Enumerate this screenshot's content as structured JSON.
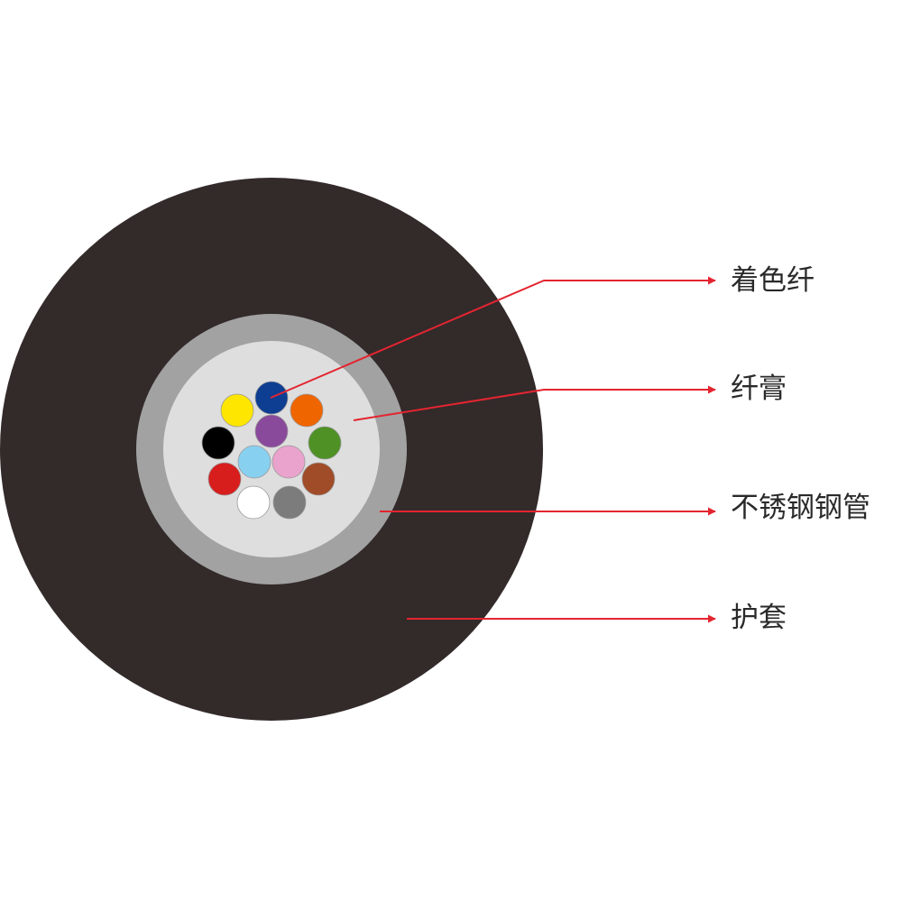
{
  "labels": {
    "colored_fiber": "着色纤",
    "fiber_gel": "纤膏",
    "stainless_steel_tube": "不锈钢钢管",
    "jacket": "护套"
  },
  "colors": {
    "jacket": "#332a2a",
    "steel_tube": "#a2a2a2",
    "gel": "#dedede",
    "leader": "#e32530",
    "fiber_outline": "#999999"
  },
  "fibers": [
    {
      "name": "yellow-fiber",
      "color": "#ffe600"
    },
    {
      "name": "blue-fiber",
      "color": "#0d3e92"
    },
    {
      "name": "orange-fiber",
      "color": "#ef6500"
    },
    {
      "name": "black-fiber",
      "color": "#000000"
    },
    {
      "name": "purple-fiber",
      "color": "#8a4a9c"
    },
    {
      "name": "green-fiber",
      "color": "#4f9125"
    },
    {
      "name": "red-fiber",
      "color": "#d81d1d"
    },
    {
      "name": "sky-blue-fiber",
      "color": "#88d0f0"
    },
    {
      "name": "pink-fiber",
      "color": "#e9a3cd"
    },
    {
      "name": "brown-fiber",
      "color": "#a14c28"
    },
    {
      "name": "white-fiber",
      "color": "#ffffff"
    },
    {
      "name": "gray-fiber",
      "color": "#7c7c7c"
    }
  ]
}
